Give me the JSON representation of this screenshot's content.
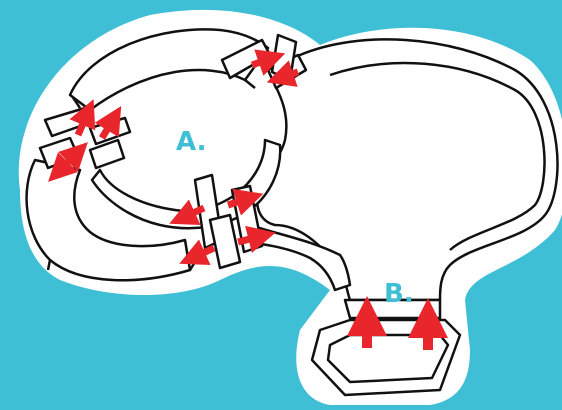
{
  "labels": {
    "a": "A.",
    "b": "B."
  },
  "colors": {
    "background": "#3fbfd6",
    "fill": "#ffffff",
    "outline": "#111111",
    "arrow_red": "#e8262b",
    "label": "#3fbfd6"
  },
  "parts": {
    "ring_segments": 4,
    "connector_clips": 5,
    "base_tray": 1
  },
  "arrow_groups": [
    {
      "group": "upper-left-joint",
      "arrows": 2
    },
    {
      "group": "upper-right-joint",
      "arrows": 2
    },
    {
      "group": "left-joint",
      "arrows": 1
    },
    {
      "group": "center-joint",
      "arrows": 4
    },
    {
      "group": "base-joint",
      "arrows": 2
    }
  ]
}
